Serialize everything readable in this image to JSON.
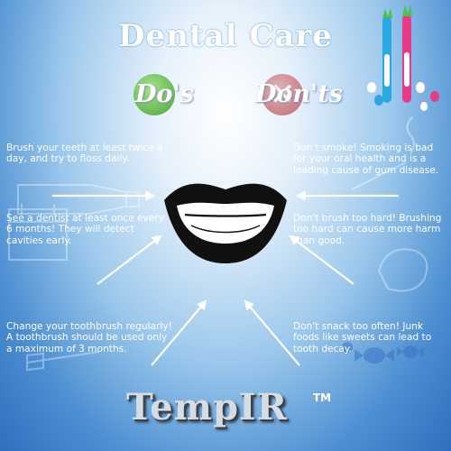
{
  "title": "Dental Care",
  "dos_label": "Do's",
  "donts_label": "Don'ts",
  "dos": [
    "Brush your teeth at least twice a day, and try to floss daily.",
    "See a dentist at least once every 6 months! They will detect cavities early.",
    "Change your toothbrush regularly! A toothbrush should be used only a maximum of 3 months."
  ],
  "donts": [
    "Don't smoke! Smoking is bad for your oral health and is a leading cause of gum disease.",
    "Don't brush too hard! Brushing too hard can cause more harm than good.",
    "Don't snack too often! Junk foods  like sweets can lead to tooth decay."
  ],
  "brand": "TempIR",
  "trademark": "TM",
  "colors": {
    "do_badge": "#5cb045",
    "dont_badge": "#c76571",
    "toothbrush_blue": "#2aa8e0",
    "toothbrush_pink": "#e83a8a"
  },
  "icons": [
    "check-badge-icon",
    "x-badge-icon",
    "smile-mouth-icon",
    "toothbrush-pair-icon",
    "toothbrush-heads-icon",
    "toothpaste-icon",
    "calendar-icon",
    "old-toothbrush-icon",
    "cigarette-icon",
    "flexed-arm-icon",
    "candy-icon"
  ]
}
